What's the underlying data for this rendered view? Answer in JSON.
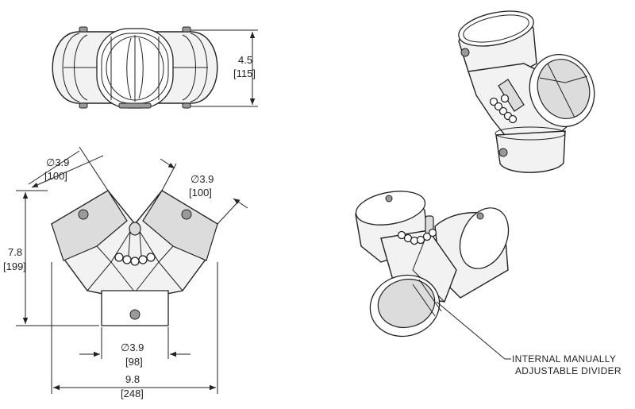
{
  "dimensions": {
    "height_top": {
      "in": "4.5",
      "mm": "[115]"
    },
    "left_port": {
      "in": "∅3.9",
      "mm": "[100]"
    },
    "right_port": {
      "in": "∅3.9",
      "mm": "[100]"
    },
    "overall_height": {
      "in": "7.8",
      "mm": "[199]"
    },
    "bottom_port": {
      "in": "∅3.9",
      "mm": "[98]"
    },
    "overall_width": {
      "in": "9.8",
      "mm": "[248]"
    }
  },
  "callout": {
    "line1": "INTERNAL MANUALLY",
    "line2": "ADJUSTABLE DIVIDER"
  }
}
